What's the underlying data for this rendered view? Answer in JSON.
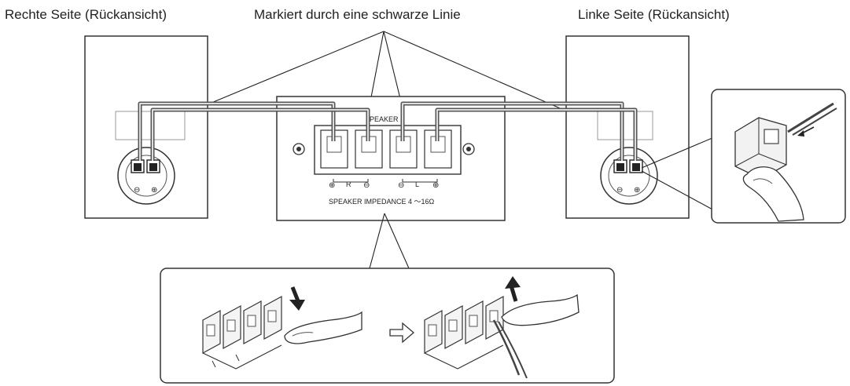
{
  "labels": {
    "right_side": "Rechte Seite (Rückansicht)",
    "marked_by": "Markiert durch eine schwarze Linie",
    "left_side": "Linke Seite (Rückansicht)"
  },
  "panel": {
    "speaker_label": "PEAKER",
    "impedance_label": "SPEAKER IMPEDANCE 4 ～16Ω",
    "terminals": {
      "plus_1": "⊕",
      "r": "R",
      "minus_1": "⊖",
      "minus_2": "⊖",
      "l": "L",
      "plus_2": "⊕"
    }
  },
  "speaker_terminal_marks": {
    "minus": "⊖",
    "plus": "⊕"
  },
  "colors": {
    "line": "#222222",
    "wire": "#666666",
    "box": "#333333"
  }
}
